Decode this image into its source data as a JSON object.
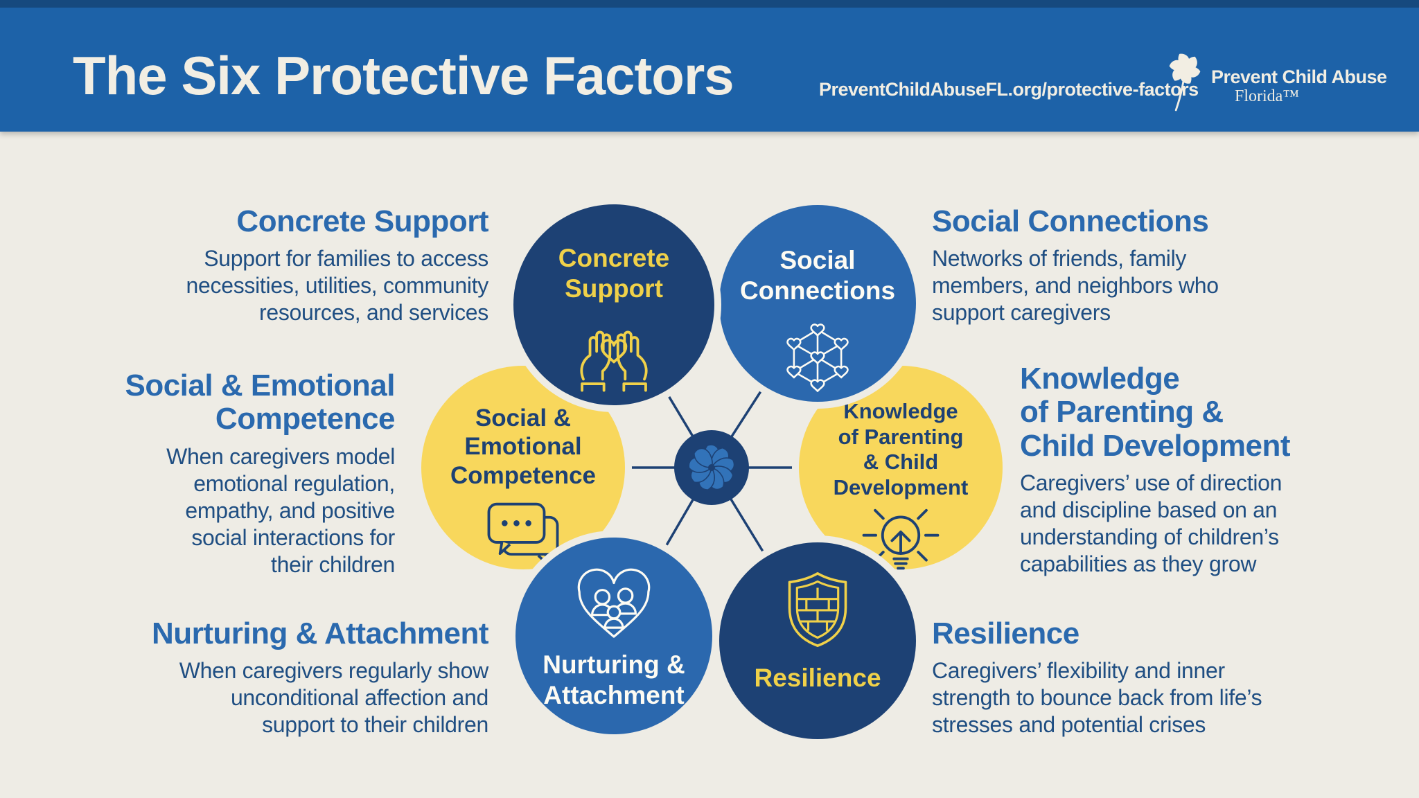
{
  "header": {
    "title": "The Six Protective Factors",
    "url": "PreventChildAbuseFL.org/protective-factors",
    "logo": {
      "name": "Prevent Child Abuse",
      "region": "Florida™"
    }
  },
  "colors": {
    "header_blue": "#1d62a8",
    "navy_circle": "#1d4174",
    "medium_blue_circle": "#2b68ae",
    "yellow_circle": "#f8d75c",
    "background_cream": "#eeece5",
    "heading_text_blue": "#2a69ae",
    "body_text_blue": "#1f4e82",
    "yellow_label_text": "#f0d149"
  },
  "center": {
    "icon": "pinwheel-flower"
  },
  "factors": [
    {
      "id": "concrete-support",
      "circle_label": "Concrete\nSupport",
      "icon": "hands-holding-heart",
      "heading": "Concrete Support",
      "description": "Support for families to access\nnecessities, utilities, community\nresources, and services"
    },
    {
      "id": "social-connections",
      "circle_label": "Social\nConnections",
      "icon": "network-of-hearts",
      "heading": "Social Connections",
      "description": "Networks of friends, family\nmembers, and neighbors who\nsupport caregivers"
    },
    {
      "id": "social-emotional-competence",
      "circle_label": "Social &\nEmotional\nCompetence",
      "icon": "chat-bubbles",
      "heading": "Social & Emotional\nCompetence",
      "description": "When caregivers model\nemotional regulation,\nempathy, and positive\nsocial interactions for\ntheir children"
    },
    {
      "id": "knowledge-of-parenting",
      "circle_label": "Knowledge\nof Parenting\n& Child\nDevelopment",
      "icon": "lightbulb",
      "heading": "Knowledge\nof Parenting &\nChild Development",
      "description": "Caregivers’ use of direction\nand discipline based on an\nunderstanding of children’s\ncapabilities as they grow"
    },
    {
      "id": "nurturing-attachment",
      "circle_label": "Nurturing &\nAttachment",
      "icon": "family-in-heart",
      "heading": "Nurturing & Attachment",
      "description": "When caregivers regularly show\nunconditional affection and\nsupport to their children"
    },
    {
      "id": "resilience",
      "circle_label": "Resilience",
      "icon": "shield-bricks",
      "heading": "Resilience",
      "description": "Caregivers’ flexibility and inner\nstrength to bounce back from life’s\nstresses and potential crises"
    }
  ]
}
